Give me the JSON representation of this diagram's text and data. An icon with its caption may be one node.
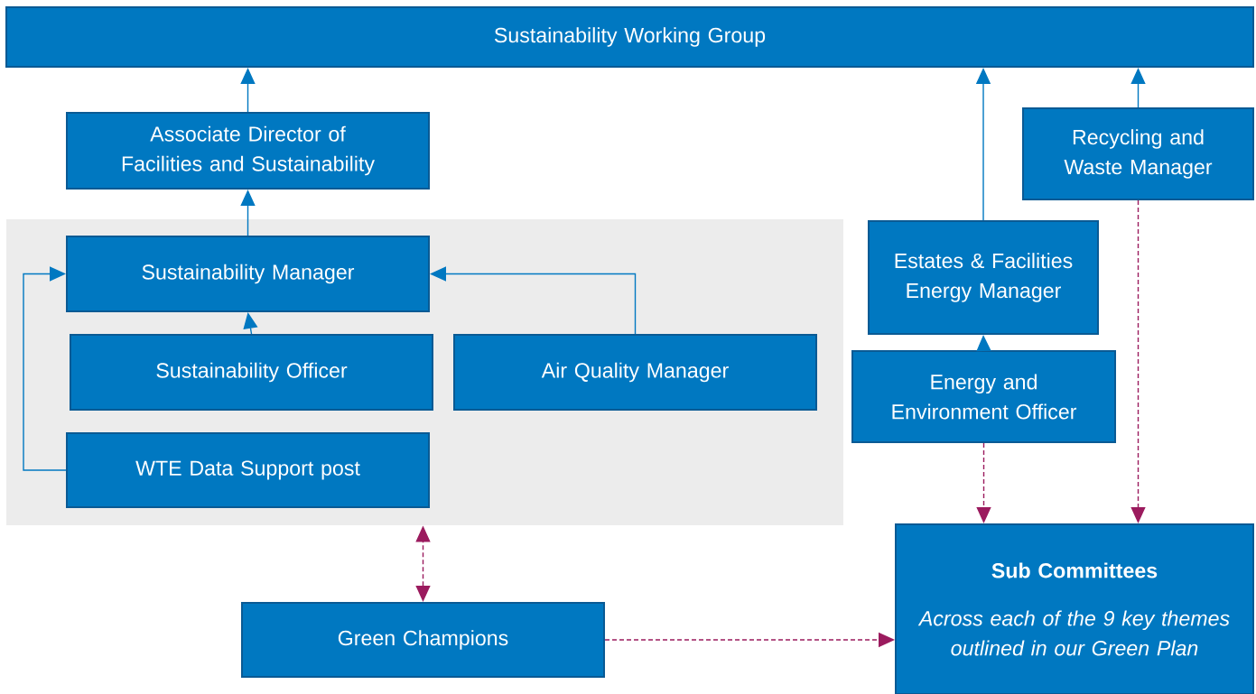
{
  "diagram": {
    "nodes": [
      {
        "text": [
          "Sustainability Working Group"
        ]
      },
      {
        "text": [
          "Associate Director of Facilities and Sustainability"
        ]
      },
      {
        "text": [],
        "shape": "box"
      },
      {
        "text": [
          "Sustainability Manager"
        ],
        "in": 2
      },
      {
        "text": [
          "Sustainability Officer"
        ],
        "in": 2
      },
      {
        "text": [
          "Air Quality Manager"
        ],
        "in": 2
      },
      {
        "text": [
          "WTE Data Support post"
        ],
        "in": 2
      },
      {
        "text": [
          "Recycling and Waste Manager"
        ]
      },
      {
        "text": [
          "Estates & Facilities Energy Manager"
        ]
      },
      {
        "text": [
          "Energy and Environment Officer"
        ]
      },
      {
        "text": [
          "Sub Committees",
          "Across each of the 9 key themes outlined in our Green Plan"
        ]
      },
      {
        "text": [
          "Green Champions"
        ]
      }
    ],
    "edges": [
      {
        "from": 1,
        "to": 0,
        "arrow": "to"
      },
      {
        "from": 3,
        "to": 1,
        "arrow": "to"
      },
      {
        "from": 4,
        "to": 3,
        "arrow": "to"
      },
      {
        "from": 6,
        "to": 3,
        "arrow": "to"
      },
      {
        "from": 5,
        "to": 3,
        "arrow": "to"
      },
      {
        "from": 8,
        "to": 0,
        "arrow": "to"
      },
      {
        "from": 7,
        "to": 0,
        "arrow": "to"
      },
      {
        "from": 9,
        "to": 8,
        "arrow": "to"
      },
      {
        "from": 9,
        "to": 10,
        "arrow": "to",
        "style": "dashed",
        "color": "#9b1b5e"
      },
      {
        "from": 7,
        "to": 10,
        "arrow": "to",
        "style": "dashed",
        "color": "#9b1b5e"
      },
      {
        "from": 11,
        "to": 2,
        "arrow": "both",
        "style": "dashed",
        "color": "#9b1b5e"
      },
      {
        "from": 11,
        "to": 10,
        "arrow": "to",
        "style": "dashed",
        "color": "#9b1b5e"
      }
    ]
  }
}
